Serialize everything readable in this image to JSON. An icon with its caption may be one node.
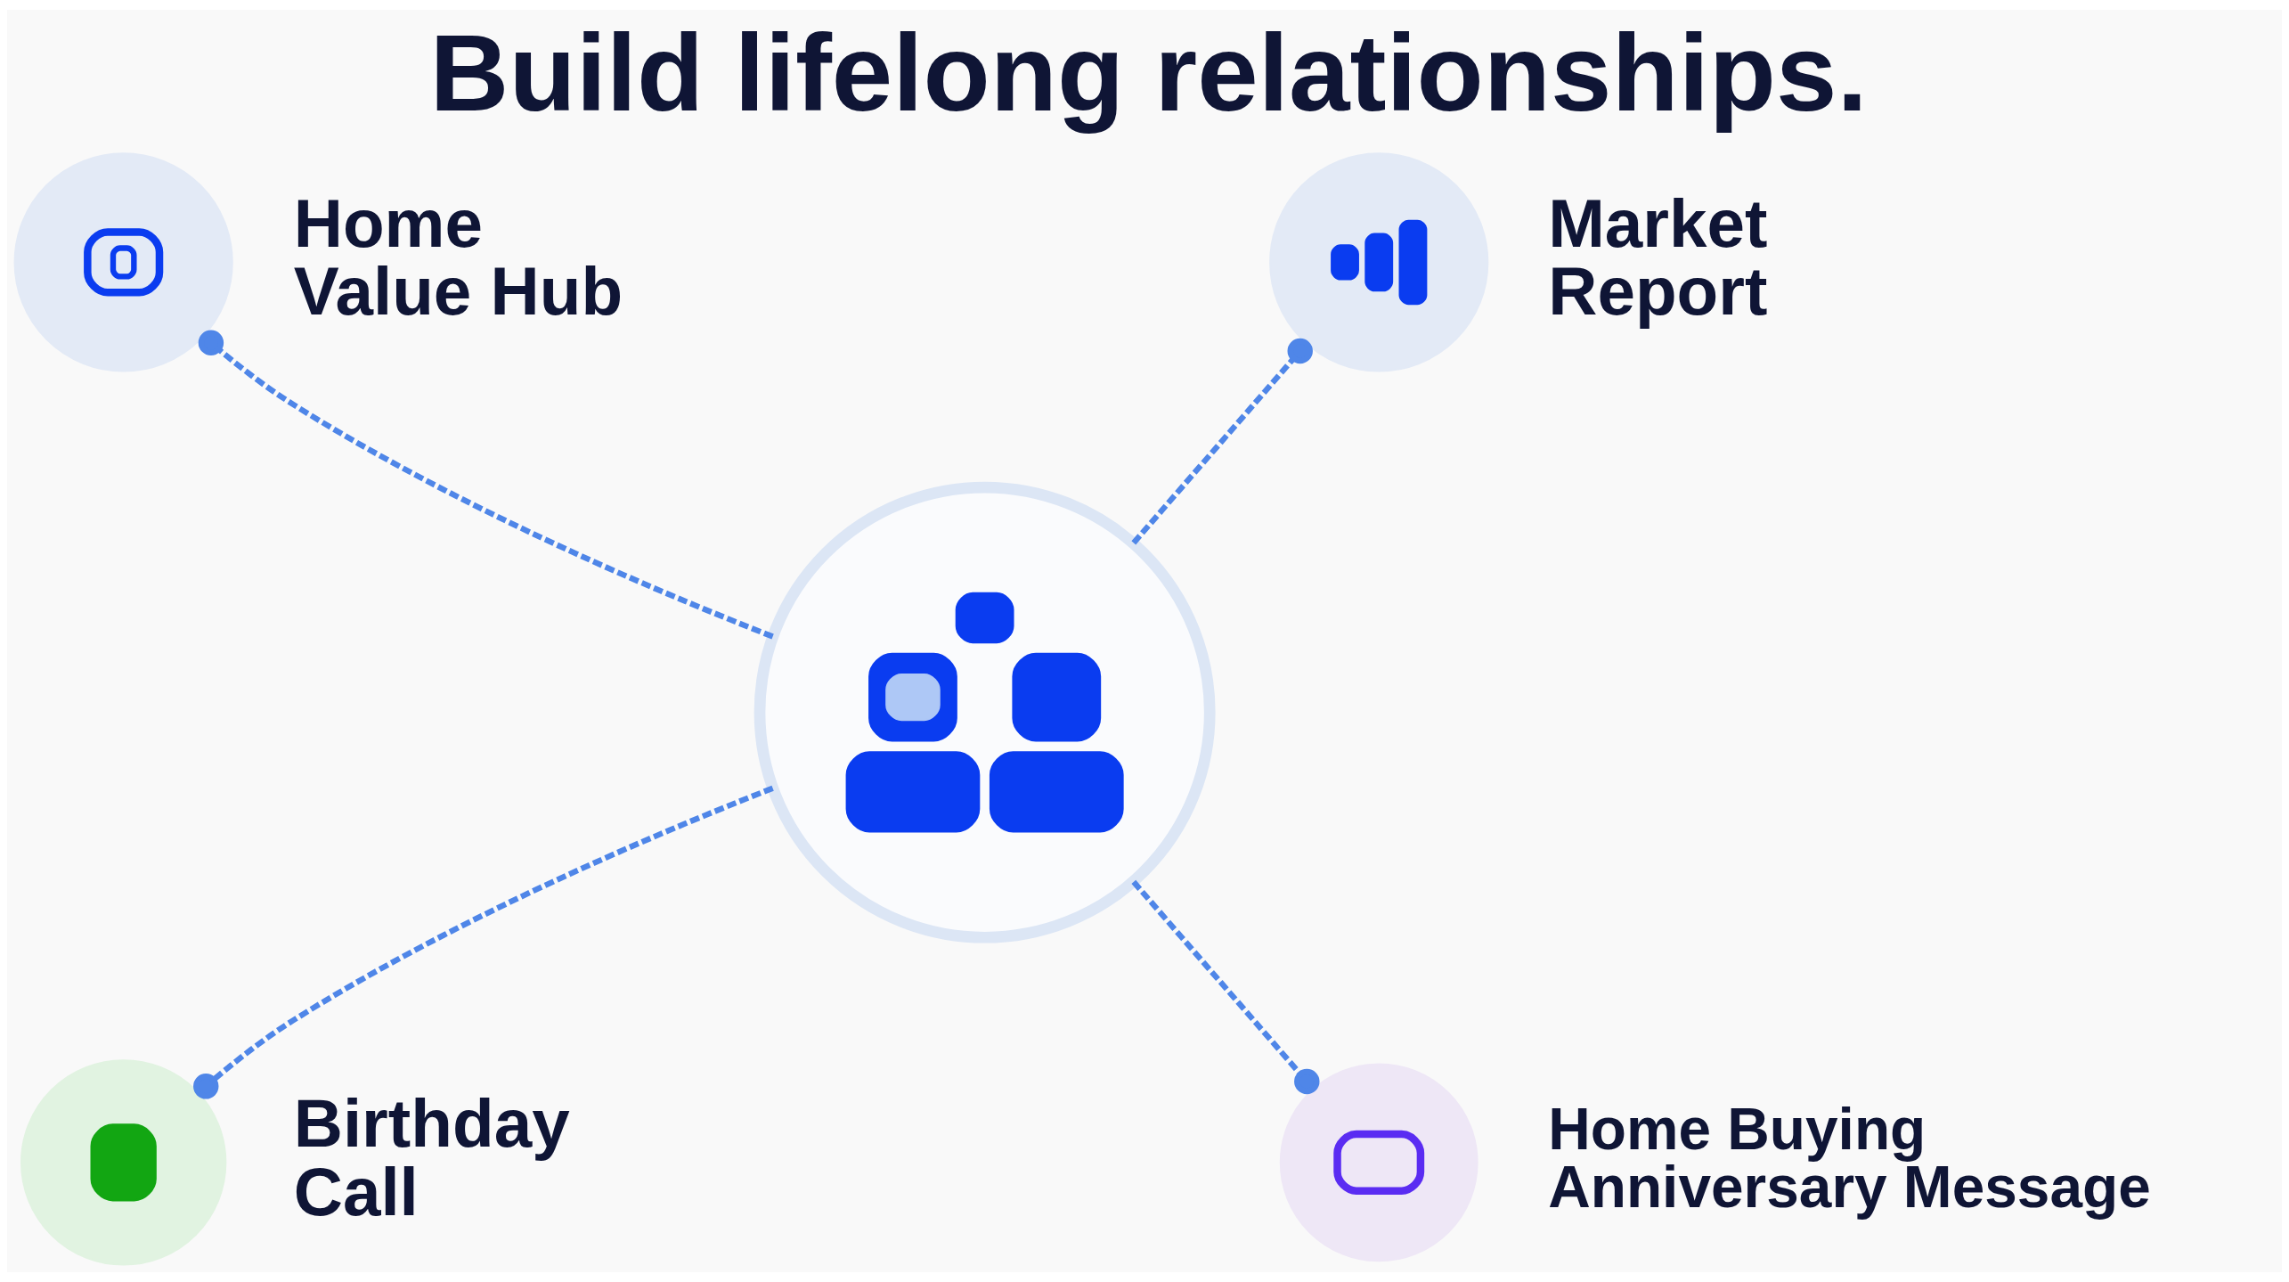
{
  "diagram": {
    "title": "Build lifelong relationships.",
    "nodes": [
      {
        "text": [],
        "shape": "picture",
        "beside": [
          "Home Value Hub"
        ]
      },
      {
        "text": [],
        "shape": "picture",
        "beside": [
          "Market Report"
        ]
      },
      {
        "text": [],
        "shape": "picture"
      },
      {
        "text": [],
        "shape": "picture",
        "beside": [
          "Birthday Call"
        ]
      },
      {
        "text": [],
        "shape": "picture",
        "beside": [
          "Home Buying Anniversary Message"
        ]
      }
    ],
    "edges": [
      {
        "from": 2,
        "to": 0,
        "arrow": "other",
        "style": "dashed"
      },
      {
        "from": 2,
        "to": 1,
        "arrow": "other",
        "style": "dashed"
      },
      {
        "from": 2,
        "to": 3,
        "arrow": "other",
        "style": "dashed"
      },
      {
        "from": 2,
        "to": 4,
        "arrow": "other",
        "style": "dashed"
      }
    ]
  }
}
